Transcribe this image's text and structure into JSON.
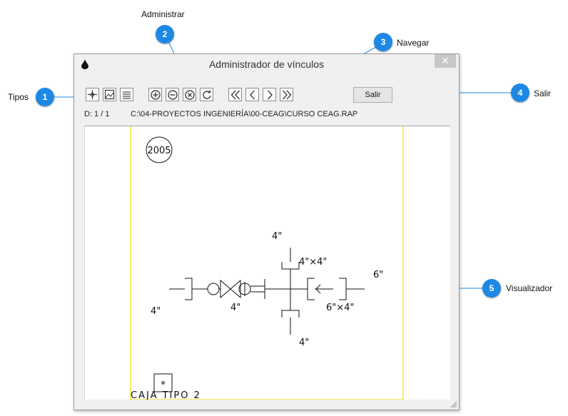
{
  "window": {
    "title": "Administrador de vínculos",
    "close_glyph": "✕"
  },
  "toolbar": {
    "tipos": [
      "crosshair-icon",
      "image-icon",
      "list-icon"
    ],
    "administrar": [
      "add-circle-icon",
      "remove-circle-icon",
      "cancel-circle-icon",
      "refresh-icon"
    ],
    "navegar": [
      "first-icon",
      "previous-icon",
      "next-icon",
      "last-icon"
    ],
    "exit_label": "Salir"
  },
  "status": {
    "count": "D: 1 / 1",
    "path": "C:\\04-PROYECTOS INGENIERÍA\\00-CEAG\\CURSO CEAG.RAP"
  },
  "drawing": {
    "year": "2005",
    "top_size": "4\"",
    "reducer_top": "4\"×4\"",
    "right_size": "6\"",
    "left_size": "4\"",
    "mid_size": "4\"",
    "reducer_right": "6\"×4\"",
    "bottom_size": "4\"",
    "caption": "CAJA TIPO 2"
  },
  "callouts": [
    {
      "number": "1",
      "label": "Tipos"
    },
    {
      "number": "2",
      "label": "Administrar"
    },
    {
      "number": "3",
      "label": "Navegar"
    },
    {
      "number": "4",
      "label": "Salir"
    },
    {
      "number": "5",
      "label": "Visualizador"
    }
  ],
  "colors": {
    "callout_blue": "#1e88e5",
    "drawing_frame": "#f0e000"
  }
}
